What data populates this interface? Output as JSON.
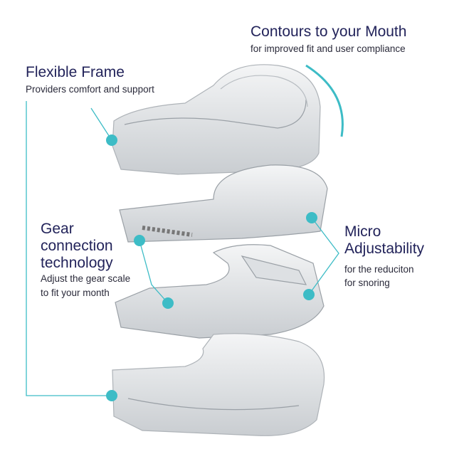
{
  "labels": {
    "contours": {
      "title": "Contours to your Mouth",
      "subtitle": "for improved fit and user compliance"
    },
    "flexible": {
      "title": "Flexible Frame",
      "subtitle": "Providers comfort and support"
    },
    "gear": {
      "title_line1": "Gear",
      "title_line2": "connection",
      "title_line3": "technology",
      "subtitle_line1": "Adjust the gear scale",
      "subtitle_line2": "to fit your month"
    },
    "micro": {
      "title_line1": "Micro",
      "title_line2": "Adjustability",
      "subtitle_line1": "for the reduciton",
      "subtitle_line2": "for snoring"
    }
  },
  "colors": {
    "accent": "#3dbcc6",
    "heading": "#22235a"
  }
}
